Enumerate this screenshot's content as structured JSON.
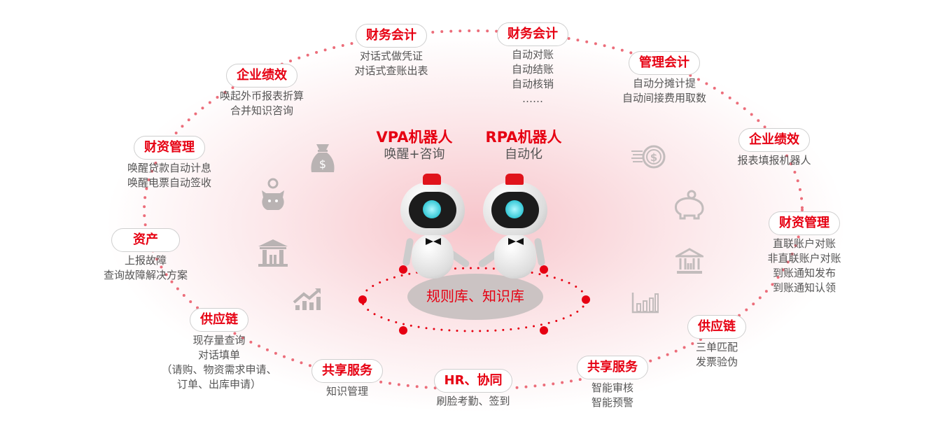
{
  "center": {
    "vpa": {
      "title": "VPA机器人",
      "subtitle": "唤醒+咨询"
    },
    "rpa": {
      "title": "RPA机器人",
      "subtitle": "自动化"
    },
    "knowledge_base": "规则库、知识库"
  },
  "nodes": [
    {
      "label": "财务会计",
      "lines": [
        "对话式做凭证",
        "对话式查账出表"
      ]
    },
    {
      "label": "财务会计",
      "lines": [
        "自动对账",
        "自动结账",
        "自动核销",
        "……"
      ]
    },
    {
      "label": "管理会计",
      "lines": [
        "自动分摊计提",
        "自动间接费用取数"
      ]
    },
    {
      "label": "企业绩效",
      "lines": [
        "报表填报机器人"
      ]
    },
    {
      "label": "财资管理",
      "lines": [
        "直联账户对账",
        "非直联账户对账",
        "到账通知发布",
        "到账通知认领"
      ]
    },
    {
      "label": "供应链",
      "lines": [
        "三单匹配",
        "发票验伪"
      ]
    },
    {
      "label": "共享服务",
      "lines": [
        "智能审核",
        "智能预警"
      ]
    },
    {
      "label": "HR、协同",
      "lines": [
        "刷脸考勤、签到"
      ]
    },
    {
      "label": "共享服务",
      "lines": [
        "知识管理"
      ]
    },
    {
      "label": "供应链",
      "lines": [
        "现存量查询",
        "对话填单",
        "（请购、物资需求申请、",
        "订单、出库申请）"
      ]
    },
    {
      "label": "资产",
      "lines": [
        "上报故障",
        "查询故障解决方案"
      ]
    },
    {
      "label": "财资管理",
      "lines": [
        "唤醒贷款自动计息",
        "唤醒电票自动签收"
      ]
    },
    {
      "label": "企业绩效",
      "lines": [
        "唤起外币报表折算",
        "合并知识咨询"
      ]
    }
  ],
  "colors": {
    "accent": "#e60012",
    "dots": "#ec6d7a",
    "text": "#555555",
    "icon": "#b9b3b3"
  }
}
